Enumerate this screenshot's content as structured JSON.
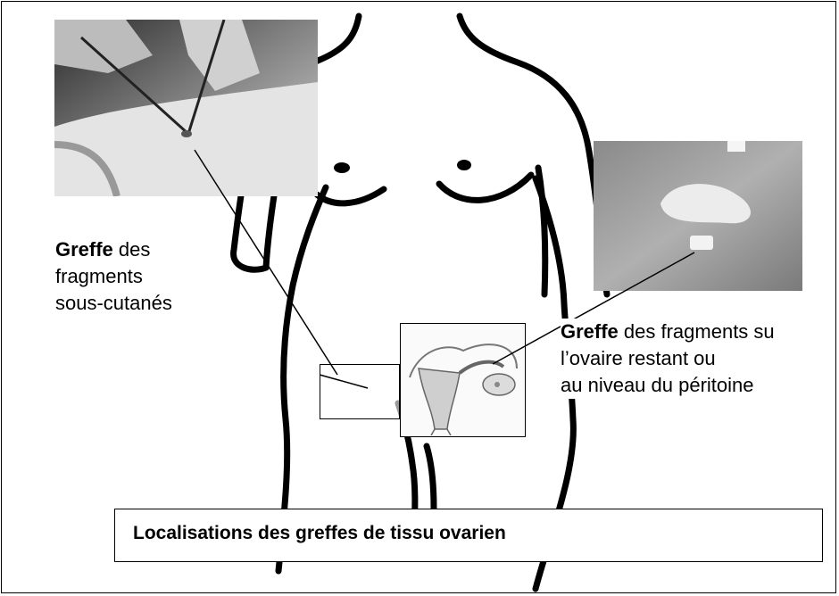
{
  "labels": {
    "subcutaneous": {
      "emphasis": "Greffe",
      "line1_rest": " des",
      "line2": "fragments",
      "line3": "sous-cutanés"
    },
    "ovary": {
      "emphasis": "Greffe",
      "line1_rest": " des fragments su",
      "line2": "l’ovaire restant ou",
      "line3": "au niveau du péritoine"
    }
  },
  "caption": "Localisations des greffes de tissu ovarien",
  "photos": {
    "surgery": "surgical-procedure-photo",
    "tissue": "ovarian-tissue-fragment-photo",
    "uterus": "uterus-ovary-anatomy-illustration"
  }
}
